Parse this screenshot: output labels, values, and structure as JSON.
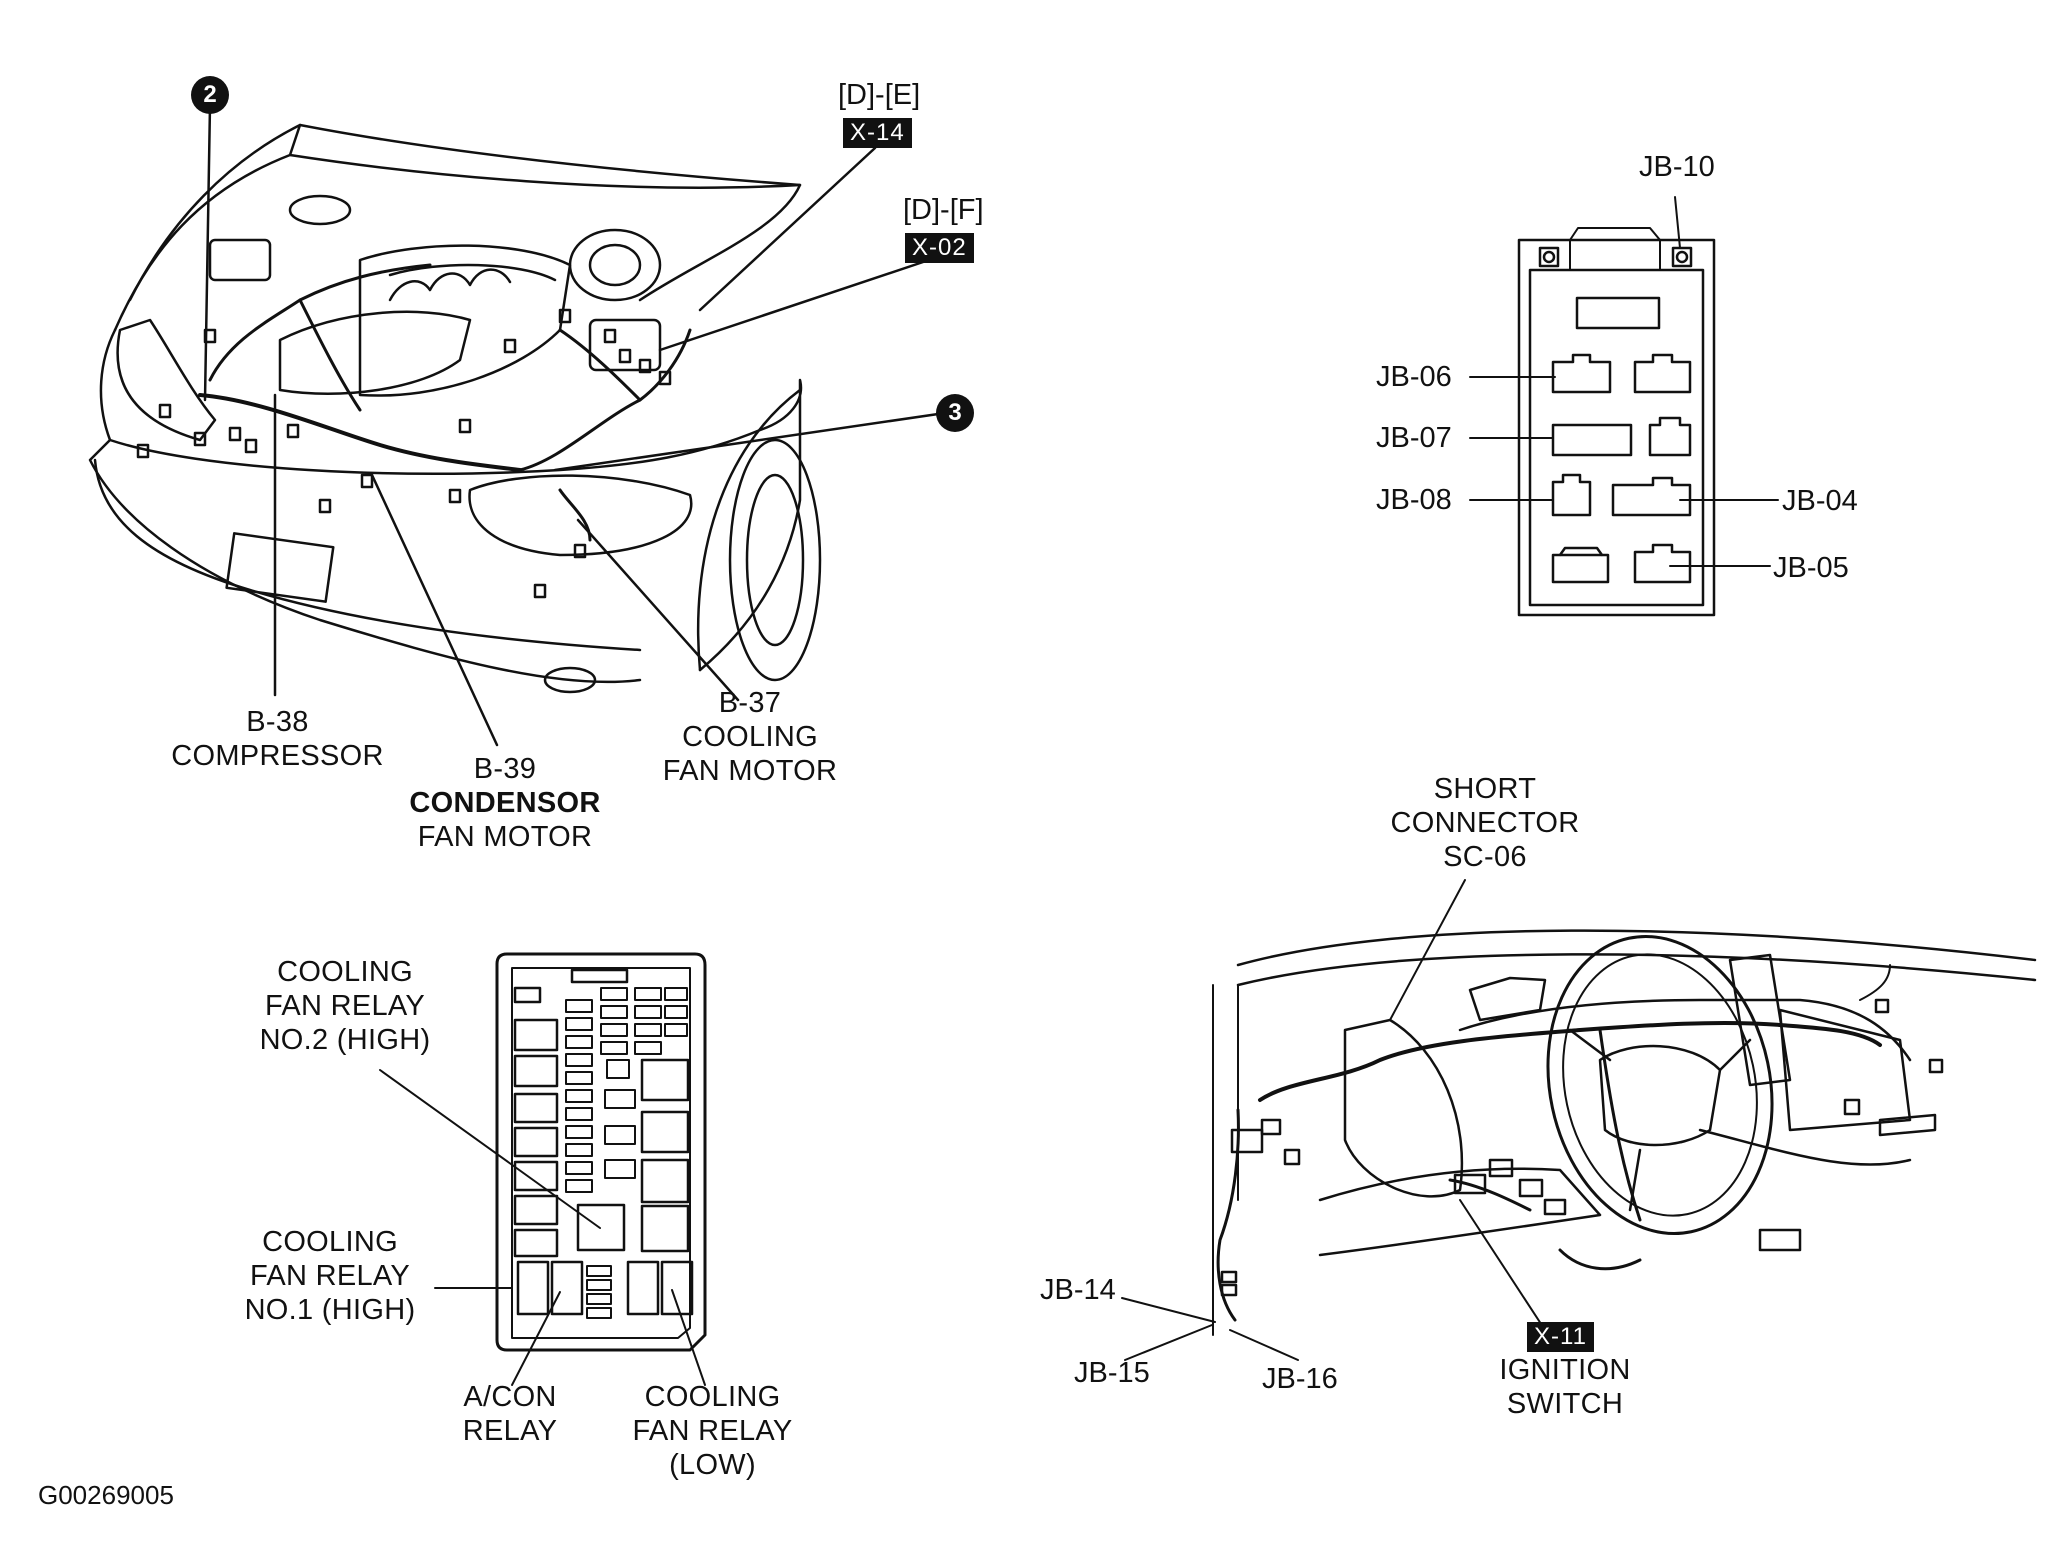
{
  "callouts": {
    "c2": "2",
    "c3": "3"
  },
  "tags": {
    "de_ref": "[D]-[E]",
    "x14": "X-14",
    "df_ref": "[D]-[F]",
    "x02": "X-02",
    "x11": "X-11"
  },
  "engine_labels": {
    "b38_code": "B-38",
    "b38_name": "COMPRESSOR",
    "b39_code": "B-39",
    "b39_name1": "CONDENSOR",
    "b39_name2": "FAN MOTOR",
    "b37_code": "B-37",
    "b37_name1": "COOLING",
    "b37_name2": "FAN MOTOR"
  },
  "junction_block": {
    "jb10": "JB-10",
    "jb06": "JB-06",
    "jb07": "JB-07",
    "jb08": "JB-08",
    "jb04": "JB-04",
    "jb05": "JB-05"
  },
  "fuse_box": {
    "relay2_l1": "COOLING",
    "relay2_l2": "FAN RELAY",
    "relay2_l3": "NO.2 (HIGH)",
    "relay1_l1": "COOLING",
    "relay1_l2": "FAN RELAY",
    "relay1_l3": "NO.1 (HIGH)",
    "acon_l1": "A/CON",
    "acon_l2": "RELAY",
    "low_l1": "COOLING",
    "low_l2": "FAN RELAY",
    "low_l3": "(LOW)"
  },
  "dash": {
    "sc_l1": "SHORT",
    "sc_l2": "CONNECTOR",
    "sc_l3": "SC-06",
    "jb14": "JB-14",
    "jb15": "JB-15",
    "jb16": "JB-16",
    "ign_l1": "IGNITION",
    "ign_l2": "SWITCH"
  },
  "figure_code": "G00269005"
}
